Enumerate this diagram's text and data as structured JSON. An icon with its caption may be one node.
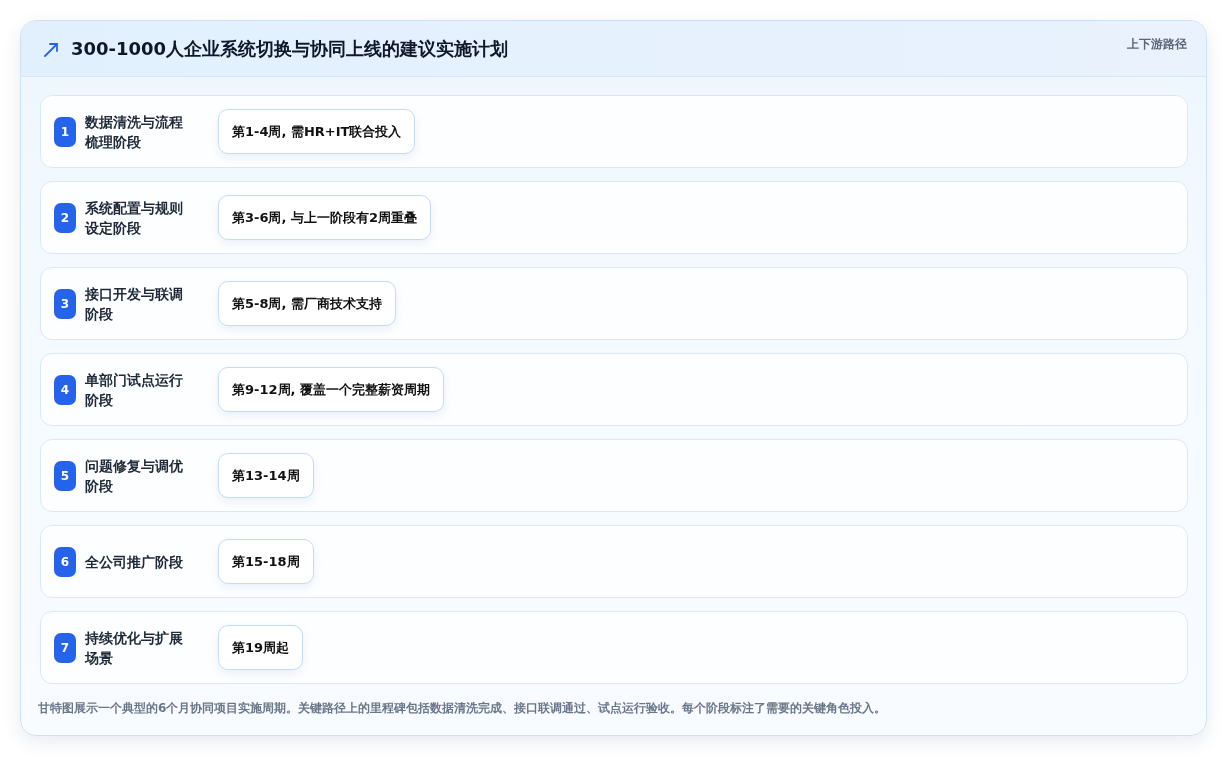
{
  "diagram": {
    "title": "300-1000人企业系统切换与协同上线的建议实施计划",
    "caption": "甘特图展示一个典型的6个月协同项目实施周期。关键路径上的里程碑包括数据清洗完成、接口联调通过、试点运行验收。每个阶段标注了需要的关键角色投入。",
    "labels": [
      "上下游路径"
    ],
    "nodes": [
      {
        "text": [
          "数据清洗与流程梳理阶段"
        ]
      },
      {
        "text": [
          "1"
        ],
        "in": 0
      },
      {
        "text": [
          "第1-4周, 需HR+IT联合投入"
        ],
        "in": 0
      },
      {
        "text": [
          "系统配置与规则设定阶段"
        ]
      },
      {
        "text": [
          "2"
        ],
        "in": 3
      },
      {
        "text": [
          "第3-6周, 与上一阶段有2周重叠"
        ],
        "in": 3
      },
      {
        "text": [
          "接口开发与联调阶段"
        ]
      },
      {
        "text": [
          "3"
        ],
        "in": 6
      },
      {
        "text": [
          "第5-8周, 需厂商技术支持"
        ],
        "in": 6
      },
      {
        "text": [
          "单部门试点运行阶段"
        ]
      },
      {
        "text": [
          "4"
        ],
        "in": 9
      },
      {
        "text": [
          "第9-12周, 覆盖一个完整薪资周期"
        ],
        "in": 9
      },
      {
        "text": [
          "问题修复与调优阶段"
        ]
      },
      {
        "text": [
          "5"
        ],
        "in": 12
      },
      {
        "text": [
          "第13-14周"
        ],
        "in": 12
      },
      {
        "text": [
          "全公司推广阶段"
        ]
      },
      {
        "text": [
          "6"
        ],
        "in": 15
      },
      {
        "text": [
          "第15-18周"
        ],
        "in": 15
      },
      {
        "text": [
          "持续优化与扩展场景"
        ]
      },
      {
        "text": [
          "7"
        ],
        "in": 18
      },
      {
        "text": [
          "第19周起"
        ],
        "in": 18
      }
    ],
    "edges": []
  }
}
